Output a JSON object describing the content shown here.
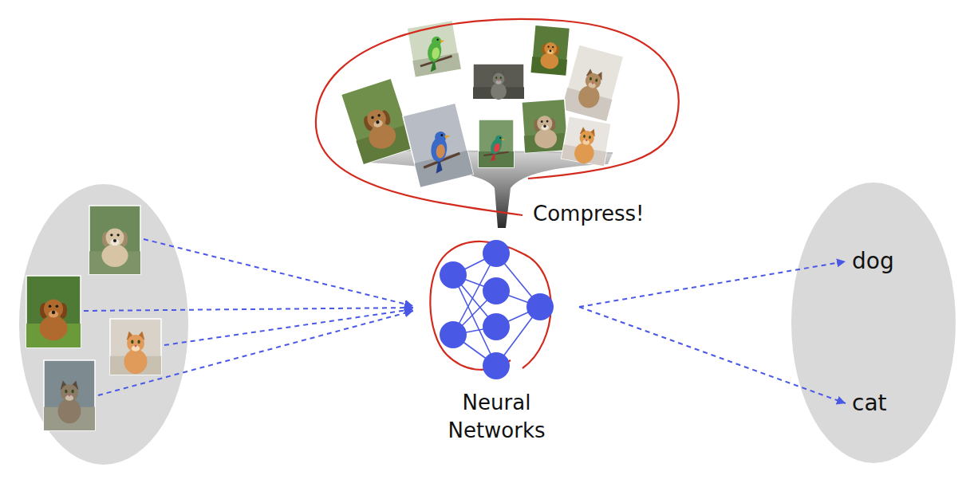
{
  "diagram": {
    "nodes": [
      {
        "text": [
          "Neural Networks"
        ]
      },
      {
        "text": [
          "dog"
        ]
      },
      {
        "text": [
          "cat"
        ]
      }
    ],
    "edges": [
      {
        "from": 0,
        "to": 1,
        "arrow": "to"
      },
      {
        "from": 0,
        "to": 2,
        "arrow": "to"
      }
    ],
    "labels": [
      "Compress!"
    ]
  }
}
